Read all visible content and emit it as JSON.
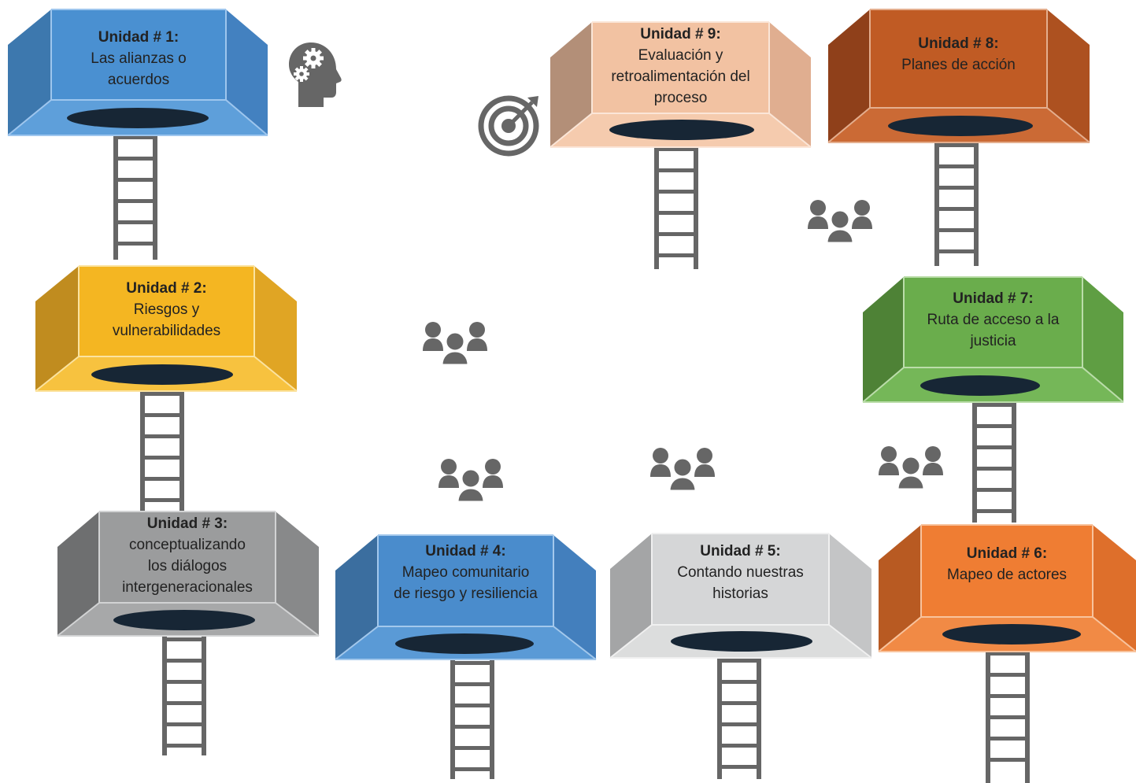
{
  "diagram": {
    "units": [
      {
        "id": 1,
        "title": "Unidad # 1:",
        "lines": [
          "Las alianzas o",
          "acuerdos"
        ],
        "colors": {
          "back": "#4a90d1",
          "left": "#3d78ae",
          "right": "#4381c0",
          "floor": "#5e9fda",
          "edge": "#9ec6ee"
        }
      },
      {
        "id": 2,
        "title": "Unidad # 2:",
        "lines": [
          "Riesgos y",
          "vulnerabilidades"
        ],
        "colors": {
          "back": "#f4b622",
          "left": "#c08c1f",
          "right": "#e0a524",
          "floor": "#f7c23f",
          "edge": "#fbe3a0"
        }
      },
      {
        "id": 3,
        "title": "Unidad # 3:",
        "lines": [
          "conceptualizando",
          "los diálogos",
          "intergeneracionales"
        ],
        "colors": {
          "back": "#9b9c9d",
          "left": "#6e6f70",
          "right": "#88898a",
          "floor": "#a7a8a9",
          "edge": "#d2d3d4"
        }
      },
      {
        "id": 4,
        "title": "Unidad # 4:",
        "lines": [
          "Mapeo comunitario",
          "de riesgo y resiliencia"
        ],
        "colors": {
          "back": "#4a8ccc",
          "left": "#3b6e9f",
          "right": "#437fbd",
          "floor": "#5a9ad6",
          "edge": "#a3c8ec"
        }
      },
      {
        "id": 5,
        "title": "Unidad # 5:",
        "lines": [
          "Contando nuestras",
          "historias"
        ],
        "colors": {
          "back": "#d5d6d7",
          "left": "#a4a5a6",
          "right": "#c4c5c6",
          "floor": "#dcdddd",
          "edge": "#f0f0f0"
        }
      },
      {
        "id": 6,
        "title": "Unidad # 6:",
        "lines": [
          "Mapeo de actores"
        ],
        "colors": {
          "back": "#ef7d33",
          "left": "#b85a22",
          "right": "#de6f2b",
          "floor": "#f18a45",
          "edge": "#f8c39d"
        }
      },
      {
        "id": 7,
        "title": "Unidad # 7:",
        "lines": [
          "Ruta de acceso a la",
          "justicia"
        ],
        "colors": {
          "back": "#6aad4c",
          "left": "#4e8236",
          "right": "#5f9e43",
          "floor": "#75b758",
          "edge": "#bbddaa"
        }
      },
      {
        "id": 8,
        "title": "Unidad # 8:",
        "lines": [
          "Planes de acción"
        ],
        "colors": {
          "back": "#c05b24",
          "left": "#8f401a",
          "right": "#ad5120",
          "floor": "#cb6a35",
          "edge": "#e4ae8e"
        }
      },
      {
        "id": 9,
        "title": "Unidad # 9:",
        "lines": [
          "Evaluación y",
          "retroalimentación del",
          "proceso"
        ],
        "colors": {
          "back": "#f2c2a2",
          "left": "#b38f78",
          "right": "#e0ae90",
          "floor": "#f5cbae",
          "edge": "#fbe6d8"
        }
      }
    ],
    "hole_color": "#172635",
    "ladder_color": "#666666",
    "icon_color": "#666666",
    "icons": [
      "head-gears-icon",
      "target-icon",
      "group-icon"
    ]
  }
}
